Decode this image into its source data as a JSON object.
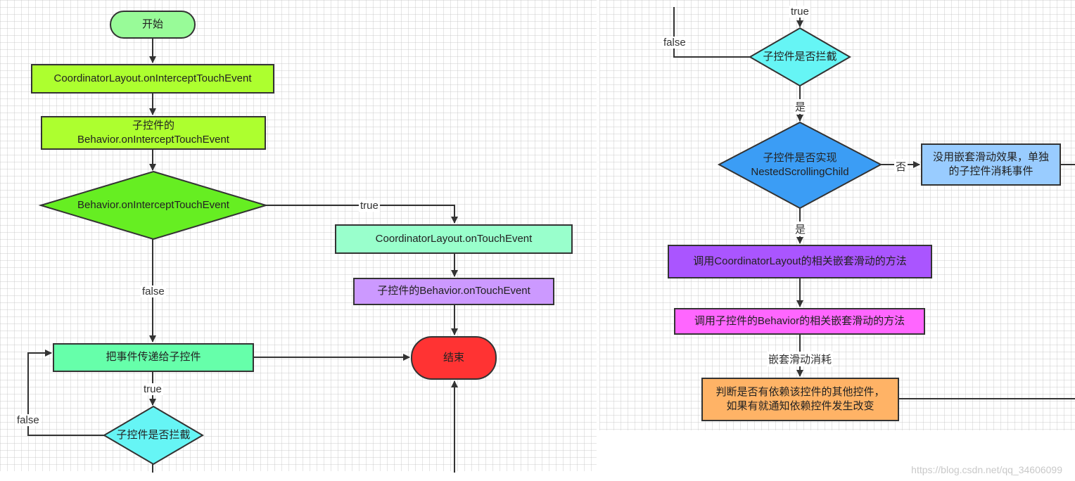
{
  "colors": {
    "start": "#98fb98",
    "step_green": "#adff2f",
    "diamond_green": "#66ee22",
    "aqua_green": "#99ffcc",
    "lavender": "#cc99ff",
    "mint": "#66ffaa",
    "end": "#ff3333",
    "cyan": "#66f5f5",
    "blue_diamond": "#3b9df5",
    "light_blue": "#99ccff",
    "violet": "#aa55ff",
    "magenta": "#ff66ff",
    "orange": "#ffb366",
    "line": "#333333"
  },
  "left": {
    "start": "开始",
    "coord_intercept": "CoordinatorLayout.onInterceptTouchEvent",
    "child_behavior_intercept": "子控件的\nBehavior.onInterceptTouchEvent",
    "decision_intercept": "Behavior.onInterceptTouchEvent",
    "label_true_top": "true",
    "label_false_mid": "false",
    "coord_touch": "CoordinatorLayout.onTouchEvent",
    "child_behavior_touch": "子控件的Behavior.onTouchEvent",
    "pass_to_child": "把事件传递给子控件",
    "end": "结束",
    "label_true_bottom": "true",
    "label_false_loop": "false",
    "decision_child_intercept": "子控件是否拦截"
  },
  "right": {
    "label_true": "true",
    "label_false": "false",
    "decision_child_intercept": "子控件是否拦截",
    "label_yes_1": "是",
    "decision_nested": "子控件是否实现\nNestedScrollingChild",
    "label_no": "否",
    "no_nested": "没用嵌套滑动效果，单独\n的子控件消耗事件",
    "label_yes_2": "是",
    "call_coord_nested": "调用CoordinatorLayout的相关嵌套滑动的方法",
    "call_child_nested": "调用子控件的Behavior的相关嵌套滑动的方法",
    "label_consume": "嵌套滑动消耗",
    "check_dependency": "判断是否有依赖该控件的其他控件，\n如果有就通知依赖控件发生改变"
  },
  "watermark": "https://blog.csdn.net/qq_34606099"
}
